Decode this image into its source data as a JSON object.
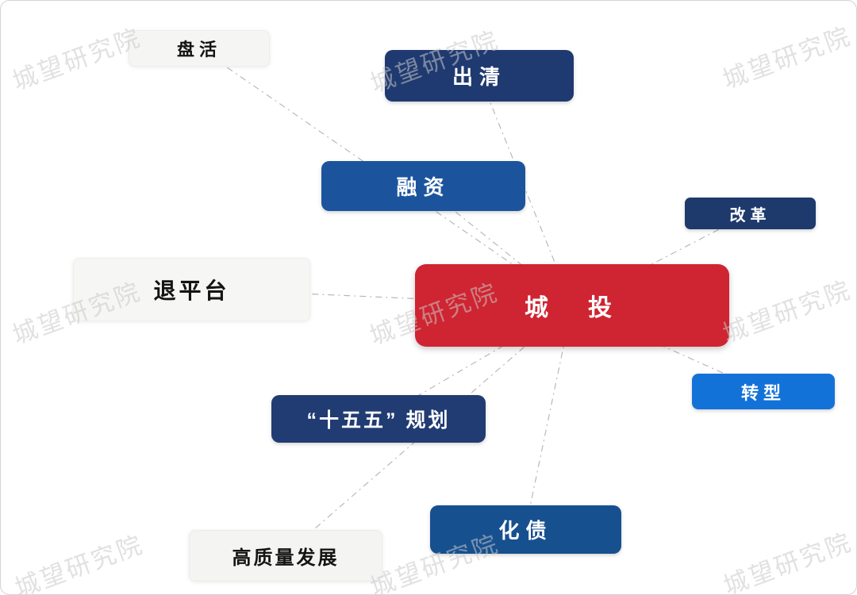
{
  "watermark": {
    "text": "城望研究院"
  },
  "center_node": {
    "label": "城　投",
    "bg": "#cf2431",
    "fg": "#ffffff"
  },
  "nodes": [
    {
      "id": "panhuo",
      "label": "盘活",
      "bg": "#f5f5f3",
      "fg": "#141414"
    },
    {
      "id": "chuqing",
      "label": "出清",
      "bg": "#1f3a70",
      "fg": "#ffffff"
    },
    {
      "id": "rongzi",
      "label": "融资",
      "bg": "#1b549d",
      "fg": "#ffffff"
    },
    {
      "id": "gaige",
      "label": "改革",
      "bg": "#1e3a6c",
      "fg": "#ffffff"
    },
    {
      "id": "tuipingtai",
      "label": "退平台",
      "bg": "#f6f6f4",
      "fg": "#141414"
    },
    {
      "id": "zhuanxing",
      "label": "转型",
      "bg": "#1372d8",
      "fg": "#ffffff"
    },
    {
      "id": "shiwuwu-guihua",
      "label": "“十五五” 规划",
      "bg": "#213c72",
      "fg": "#ffffff"
    },
    {
      "id": "huazhai",
      "label": "化债",
      "bg": "#17508f",
      "fg": "#ffffff"
    },
    {
      "id": "gaozhiliang-fazhan",
      "label": "高质量发展",
      "bg": "#f4f4f2",
      "fg": "#141414"
    }
  ]
}
